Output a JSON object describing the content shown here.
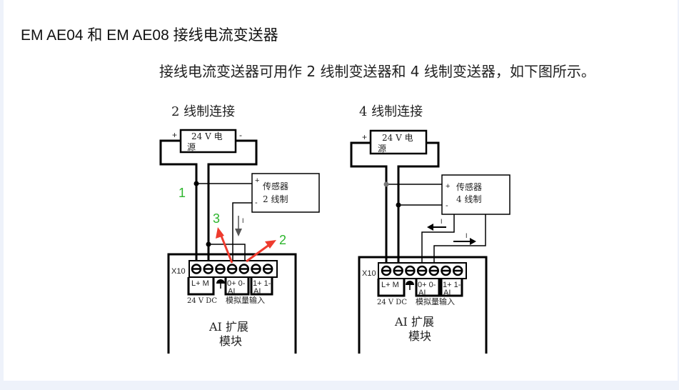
{
  "heading": "EM AE04 和 EM AE08 接线电流变送器",
  "paragraph": "接线电流变送器可用作 2 线制变送器和 4 线制变送器，如下图所示。",
  "colors": {
    "annotation_number": "#2db52d",
    "annotation_arrow": "#ee3b2e",
    "wire": "#000000",
    "bottom_band": "#eef2fa"
  },
  "diagrams": [
    {
      "caption": "2 线制连接",
      "power": {
        "line1": "24 V 电",
        "line2": "源",
        "plus": "+",
        "minus": "-"
      },
      "sensor": {
        "line1": "传感器",
        "line2": "2 线制",
        "plus": "+",
        "minus": "-"
      },
      "current_label": "I",
      "terminal_block": "X10",
      "terminal_labels": {
        "lm": "L+ M",
        "ai0": "0+ 0-",
        "ai0b": "AI",
        "ai1": "1+ 1-",
        "ai1b": "AI"
      },
      "supply_label": "24 V DC",
      "input_label": "模拟量输入",
      "module": {
        "line1": "AI 扩展",
        "line2": "模块"
      },
      "annotations": [
        "1",
        "2",
        "3"
      ]
    },
    {
      "caption": "4 线制连接",
      "power": {
        "line1": "24 V 电",
        "line2": "源",
        "plus": "+",
        "minus": "-"
      },
      "sensor": {
        "line1": "传感器",
        "line2": "4 线制",
        "plus": "+",
        "minus": "-"
      },
      "current_label": "I",
      "terminal_block": "X10",
      "terminal_labels": {
        "lm": "L+ M",
        "ai0": "0+ 0-",
        "ai0b": "AI",
        "ai1": "1+ 1-",
        "ai1b": "AI"
      },
      "supply_label": "24 V DC",
      "input_label": "模拟量输入",
      "module": {
        "line1": "AI 扩展",
        "line2": "模块"
      }
    }
  ]
}
